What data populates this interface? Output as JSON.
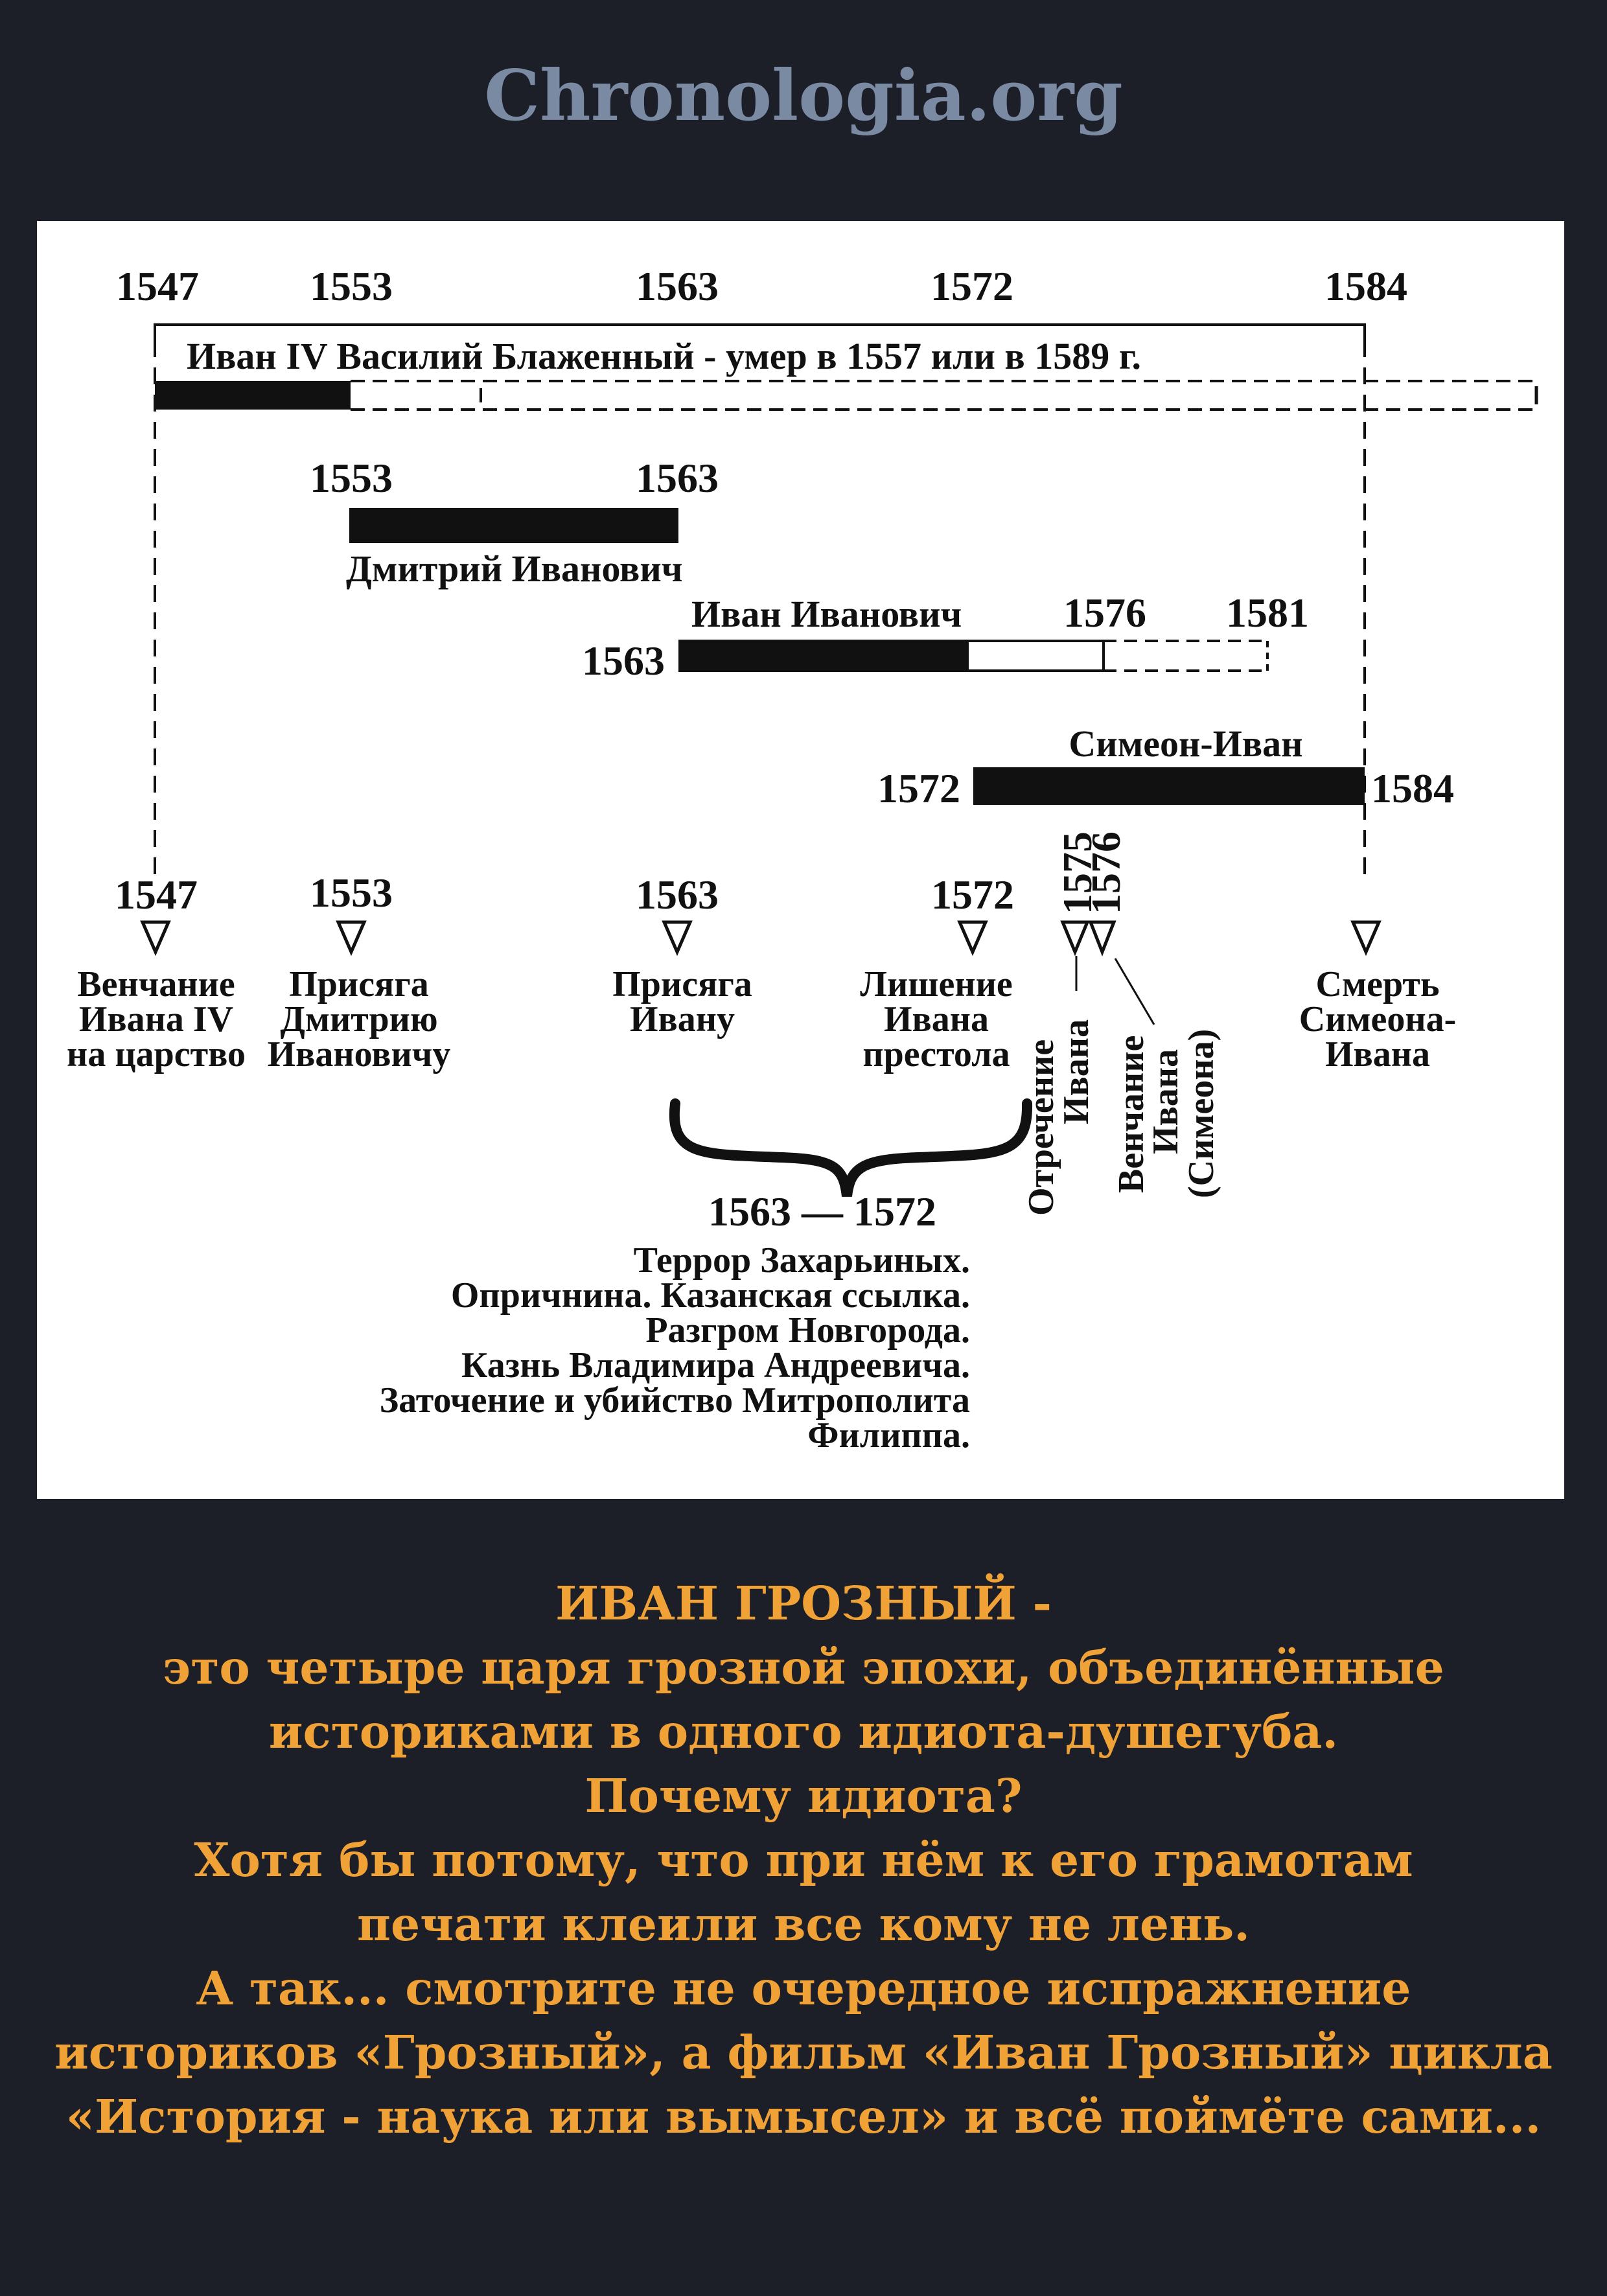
{
  "header": {
    "site": "Chronologia.org"
  },
  "diagram": {
    "top_years": [
      "1547",
      "1553",
      "1563",
      "1572",
      "1584"
    ],
    "row1_label": "Иван IV  Василий Блаженный - умер в 1557 или в 1589 г.",
    "dmitry": {
      "start": "1553",
      "end": "1563",
      "name": "Дмитрий Иванович"
    },
    "ivan_ivanovich": {
      "name": "Иван Иванович",
      "start": "1563",
      "mid": "1576",
      "end": "1581"
    },
    "simeon": {
      "name": "Симеон-Иван",
      "start": "1572",
      "end": "1584"
    },
    "events": [
      {
        "year": "1547",
        "lines": [
          "Венчание",
          "Ивана IV",
          "на царство"
        ]
      },
      {
        "year": "1553",
        "lines": [
          "Присяга",
          "Дмитрию",
          "Ивановичу"
        ]
      },
      {
        "year": "1563",
        "lines": [
          "Присяга",
          "Ивану"
        ]
      },
      {
        "year": "1572",
        "lines": [
          "Лишение",
          "Ивана",
          "престола"
        ]
      },
      {
        "year": "1575",
        "lines": [
          "Отречение",
          "Ивана"
        ]
      },
      {
        "year": "1576",
        "lines": [
          "Венчание",
          "Ивана",
          "(Симеона)"
        ]
      },
      {
        "year": "1584",
        "lines": [
          "Смерть",
          "Симеона-",
          "Ивана"
        ]
      }
    ],
    "period": {
      "range": "1563 — 1572",
      "lines": [
        "Террор Захарьиных.",
        "Опричнина. Казанская ссылка.",
        "Разгром Новгорода.",
        "Казнь Владимира Андреевича.",
        "Заточение и убийство Митрополита",
        "Филиппа."
      ]
    }
  },
  "caption": {
    "lines": [
      "ИВАН ГРОЗНЫЙ -",
      "это четыре царя грозной эпохи, объединённые",
      "историками в одного идиота-душегуба.",
      "Почему идиота?",
      "Хотя бы потому, что при нём к его грамотам",
      "печати клеили все кому не лень.",
      "А так... смотрите не очередное испражнение",
      "историков «Грозный», а фильм «Иван Грозный» цикла",
      "«История - наука или вымысел» и всё поймёте сами..."
    ]
  },
  "colors": {
    "background": "#1c1e28",
    "site": "#7b8aa3",
    "caption": "#f1a237",
    "panel": "#ffffff"
  }
}
